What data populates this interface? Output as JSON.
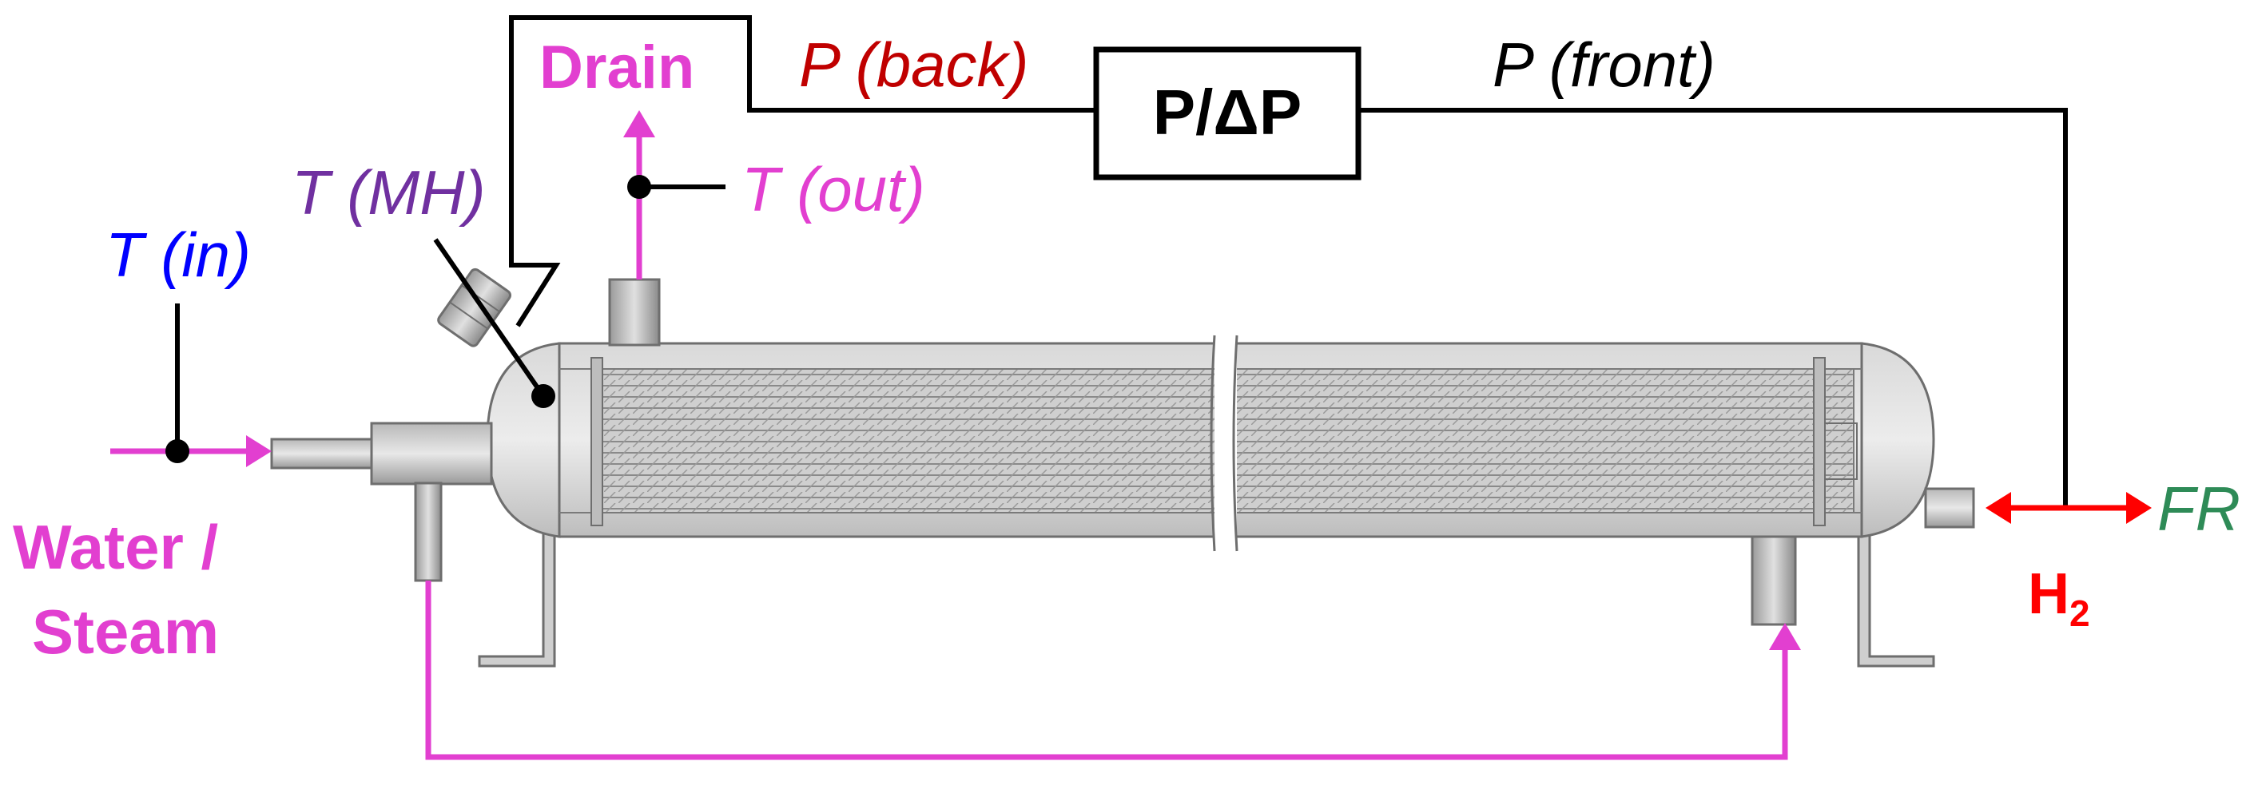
{
  "labels": {
    "t_in": "T (in)",
    "t_mh": "T (MH)",
    "drain": "Drain",
    "p_back": "P (back)",
    "p_front": "P (front)",
    "t_out": "T (out)",
    "water_line1": "Water /",
    "water_line2": "Steam",
    "fr": "FR",
    "h2_main": "H",
    "h2_sub": "2",
    "pdp": "P/ΔP"
  },
  "colors": {
    "water_flow": "#e23fd0",
    "t_in": "#0000ff",
    "t_mh": "#7030a0",
    "p_back": "#c00000",
    "hydrogen": "#ff0000",
    "fr": "#2e8b57",
    "line": "#000000",
    "vessel": "#6e6e6e"
  }
}
